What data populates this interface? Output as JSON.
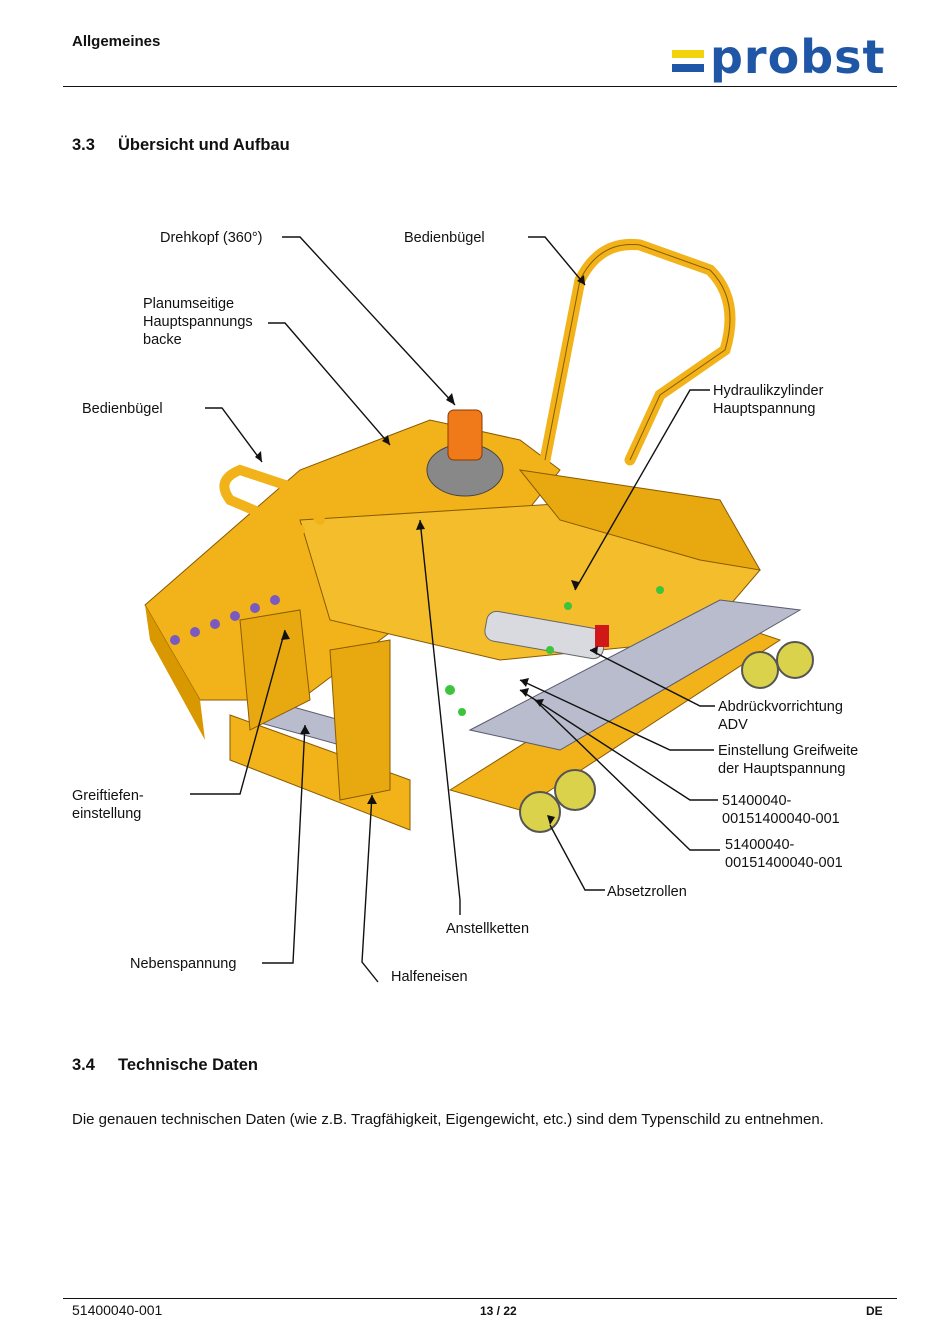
{
  "header": {
    "title": "Allgemeines",
    "logo_text": "probst"
  },
  "section_33": {
    "number": "3.3",
    "title": "Übersicht und Aufbau"
  },
  "figure": {
    "callouts": {
      "drehkopf": "Drehkopf (360°)",
      "bedienbuegel_top": "Bedienbügel",
      "planum": "Planumseitige\nHauptspannungs\nbacke",
      "bedienbuegel_left": "Bedienbügel",
      "hydraulik": "Hydraulikzylinder\nHauptspannung",
      "abdrueck": "Abdrückvorrichtung\nADV",
      "greifweite": "Einstellung Greifweite\nder Hauptspannung",
      "part1": "51400040-\n00151400040-001",
      "part2": "51400040-\n00151400040-001",
      "greiftiefen": "Greiftiefen-\neinstellung",
      "absetzrollen": "Absetzrollen",
      "anstellketten": "Anstellketten",
      "nebenspannung": "Nebenspannung",
      "halfeneisen": "Halfeneisen"
    }
  },
  "section_34": {
    "number": "3.4",
    "title": "Technische Daten"
  },
  "body_text": "Die genauen technischen Daten (wie z.B. Tragfähigkeit, Eigengewicht, etc.) sind dem Typenschild zu entnehmen.",
  "footer": {
    "doc_number": "51400040-001",
    "page": "13 / 22",
    "language": "DE"
  },
  "colors": {
    "machine_yellow": "#f2b21a",
    "logo_blue": "#1f56a5",
    "logo_yellow": "#f2d20a"
  }
}
